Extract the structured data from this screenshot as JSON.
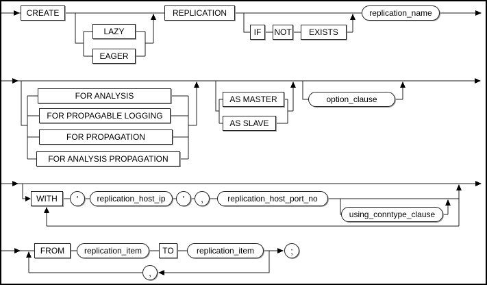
{
  "colors": {
    "line": "#1c1c1c",
    "box_border": "#222222",
    "background": "#ffffff"
  },
  "nodes": {
    "create": "CREATE",
    "lazy": "LAZY",
    "eager": "EAGER",
    "replication": "REPLICATION",
    "if_kw": "IF",
    "not_kw": "NOT",
    "exists_kw": "EXISTS",
    "replication_name": "replication_name",
    "for_analysis": "FOR ANALYSIS",
    "for_propagable_logging": "FOR PROPAGABLE LOGGING",
    "for_propagation": "FOR PROPAGATION",
    "for_analysis_propagation": "FOR ANALYSIS PROPAGATION",
    "as_master": "AS MASTER",
    "as_slave": "AS SLAVE",
    "option_clause": "option_clause",
    "with_kw": "WITH",
    "quote": "'",
    "comma": ",",
    "replication_host_ip": "replication_host_ip",
    "replication_host_port_no": "replication_host_port_no",
    "using_conntype_clause": "using_conntype_clause",
    "from_kw": "FROM",
    "to_kw": "TO",
    "replication_item": "replication_item",
    "semicolon": ";"
  }
}
